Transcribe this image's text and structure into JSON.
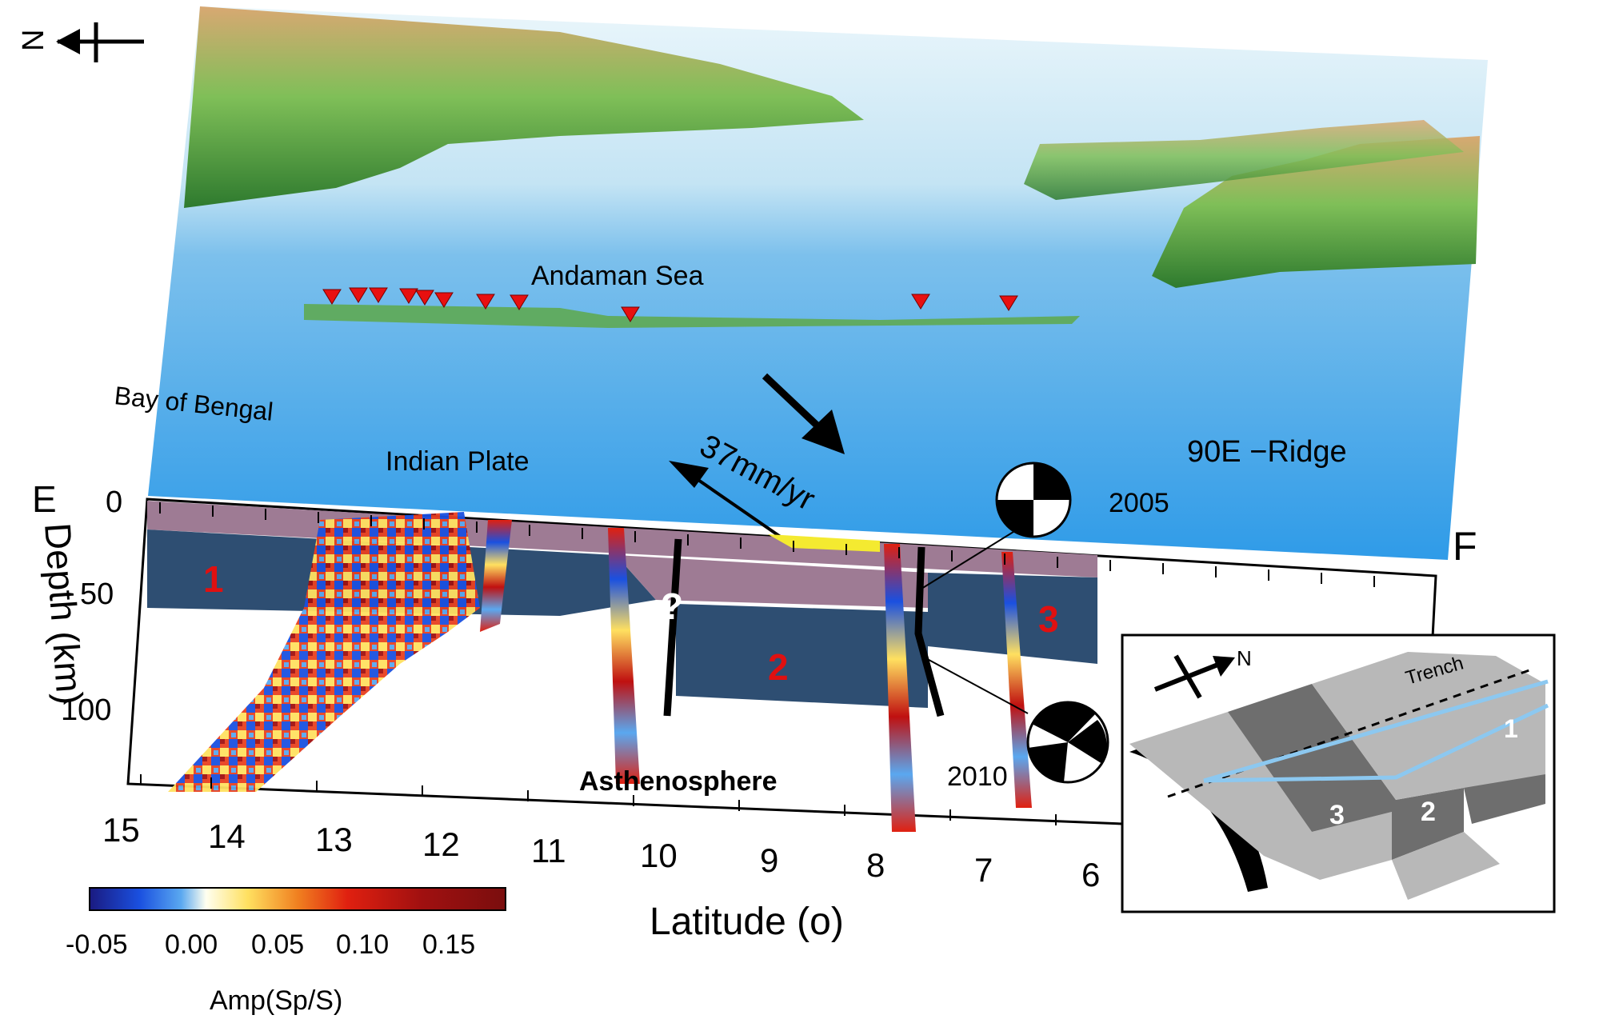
{
  "compass": {
    "label": "N"
  },
  "map_labels": {
    "andaman_sea": "Andaman Sea",
    "bay_of_bengal": "Bay of Bengal",
    "indian_plate": "Indian Plate",
    "ridge": "90E −Ridge",
    "velocity": "37mm/yr"
  },
  "section": {
    "start_label": "E",
    "end_label": "F",
    "depth_axis_label": "Depth (km)",
    "depth_ticks": [
      "0",
      "50",
      "100"
    ],
    "lat_axis_label": "Latitude (o)",
    "lat_ticks": [
      "15",
      "14",
      "13",
      "12",
      "11",
      "10",
      "9",
      "8",
      "7",
      "6"
    ],
    "segments": [
      "1",
      "2",
      "3"
    ],
    "question_mark": "?",
    "asthenosphere": "Asthenosphere",
    "event_2005": "2005",
    "event_2010": "2010"
  },
  "colorbar": {
    "label": "Amp(Sp/S)",
    "ticks": [
      "-0.05",
      "0.00",
      "0.05",
      "0.10",
      "0.15"
    ],
    "colors": [
      "#1a1a80",
      "#1a50e0",
      "#5aa8f0",
      "#fffff0",
      "#ffe060",
      "#f08020",
      "#e02010",
      "#a01010",
      "#7a0e0e"
    ]
  },
  "inset": {
    "compass_label": "N",
    "trench_label": "Trench",
    "segments": [
      "1",
      "2",
      "3"
    ]
  },
  "colors": {
    "crust": "#9e7b94",
    "mantle_lid": "#2e4e72",
    "ocean": "#3aa0e8",
    "land_green": "#3c9a3c",
    "land_tan": "#c9a06a",
    "station": "#e81010",
    "inset_light": "#b8b8b8",
    "inset_dark": "#6e6e6e",
    "inset_line": "#8cc8f0"
  }
}
